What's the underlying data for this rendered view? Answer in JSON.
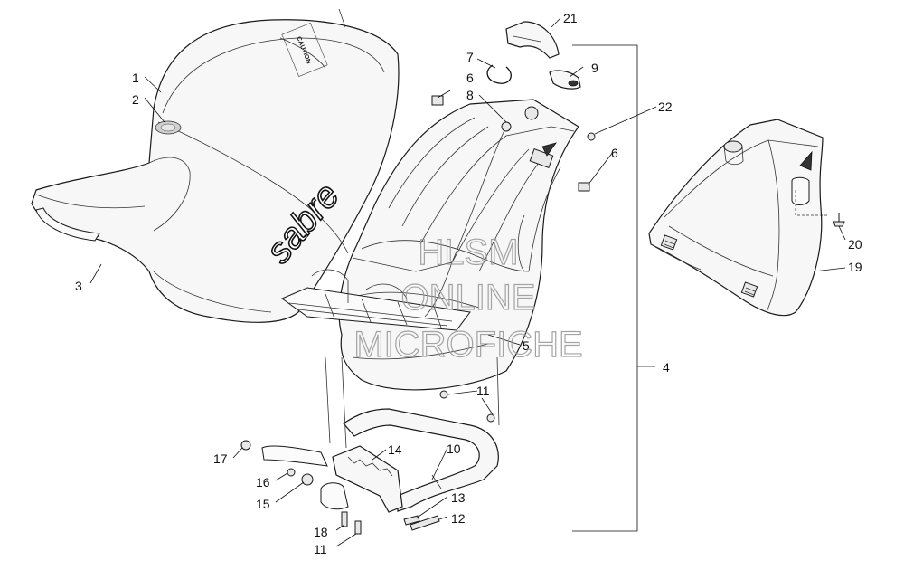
{
  "watermark": {
    "line1": "HLSM",
    "line2": "ONLINE",
    "line3": "MICROFICHE"
  },
  "seat_text": {
    "caution": "CAUTION",
    "brand_script": "sabre"
  },
  "callouts": [
    {
      "id": "c1",
      "label": "1"
    },
    {
      "id": "c2",
      "label": "2"
    },
    {
      "id": "c3",
      "label": "3"
    },
    {
      "id": "c4",
      "label": "4"
    },
    {
      "id": "c5",
      "label": "5"
    },
    {
      "id": "c6a",
      "label": "6"
    },
    {
      "id": "c6b",
      "label": "6"
    },
    {
      "id": "c7",
      "label": "7"
    },
    {
      "id": "c8",
      "label": "8"
    },
    {
      "id": "c9",
      "label": "9"
    },
    {
      "id": "c10",
      "label": "10"
    },
    {
      "id": "c11a",
      "label": "11"
    },
    {
      "id": "c11b",
      "label": "11"
    },
    {
      "id": "c12",
      "label": "12"
    },
    {
      "id": "c13",
      "label": "13"
    },
    {
      "id": "c14",
      "label": "14"
    },
    {
      "id": "c15",
      "label": "15"
    },
    {
      "id": "c16",
      "label": "16"
    },
    {
      "id": "c17",
      "label": "17"
    },
    {
      "id": "c18",
      "label": "18"
    },
    {
      "id": "c19",
      "label": "19"
    },
    {
      "id": "c20",
      "label": "20"
    },
    {
      "id": "c21",
      "label": "21"
    },
    {
      "id": "c22",
      "label": "22"
    }
  ]
}
